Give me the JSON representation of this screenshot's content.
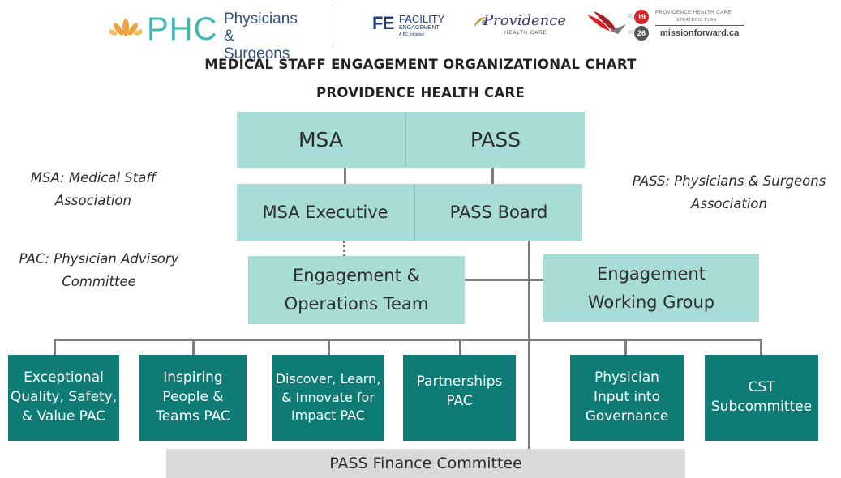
{
  "header": {
    "phc_mark": "PHC",
    "phc_sub1": "Physicians",
    "phc_sub2": "& Surgeons",
    "fe_mark": "FE",
    "fe_text1": "FACILITY",
    "fe_text2": "ENGAGEMENT",
    "fe_text3": "A BC Initiative",
    "providence_text": "Providence",
    "providence_sub": "HEALTH CARE",
    "mf_line1": "PROVIDENCE HEALTH CARE",
    "mf_line2": "STRATEGIC PLAN",
    "mf_url": "missionforward.ca",
    "mf_year1": "19",
    "mf_year2": "26",
    "mf_pre1": "20",
    "mf_pre2": "20"
  },
  "title_line1": "MEDICAL STAFF ENGAGEMENT ORGANIZATIONAL CHART",
  "title_line2": "PROVIDENCE HEALTH CARE",
  "boxes": {
    "msa": "MSA",
    "pass": "PASS",
    "msa_exec": "MSA Executive",
    "pass_board": "PASS Board",
    "eng_ops_1": "Engagement &",
    "eng_ops_2": "Operations Team",
    "eng_wg_1": "Engagement",
    "eng_wg_2": "Working Group",
    "finance": "PASS Finance Committee"
  },
  "pacs": [
    [
      "Exceptional",
      "Quality, Safety,",
      "& Value PAC"
    ],
    [
      "Inspiring",
      "People &",
      "Teams PAC"
    ],
    [
      "Discover, Learn,",
      "& Innovate for",
      "Impact PAC"
    ],
    [
      "Partnerships",
      "PAC"
    ],
    [
      "Physician",
      "Input into",
      "Governance"
    ],
    [
      "CST",
      "Subcommittee"
    ]
  ],
  "notes": {
    "msa_1": "MSA: Medical Staff",
    "msa_2": "Association",
    "pac_1": "PAC: Physician Advisory",
    "pac_2": "Committee",
    "pass_1": "PASS: Physicians & Surgeons",
    "pass_2": "Association"
  },
  "colors": {
    "light_teal": "#a8dcd6",
    "dark_teal": "#0e7c74",
    "connector": "#7d7d7d",
    "finance_grey": "#d9d9d9",
    "phc_teal": "#3fb6b2",
    "phc_orange": "#f0a23a",
    "red_accent": "#d8232a"
  }
}
